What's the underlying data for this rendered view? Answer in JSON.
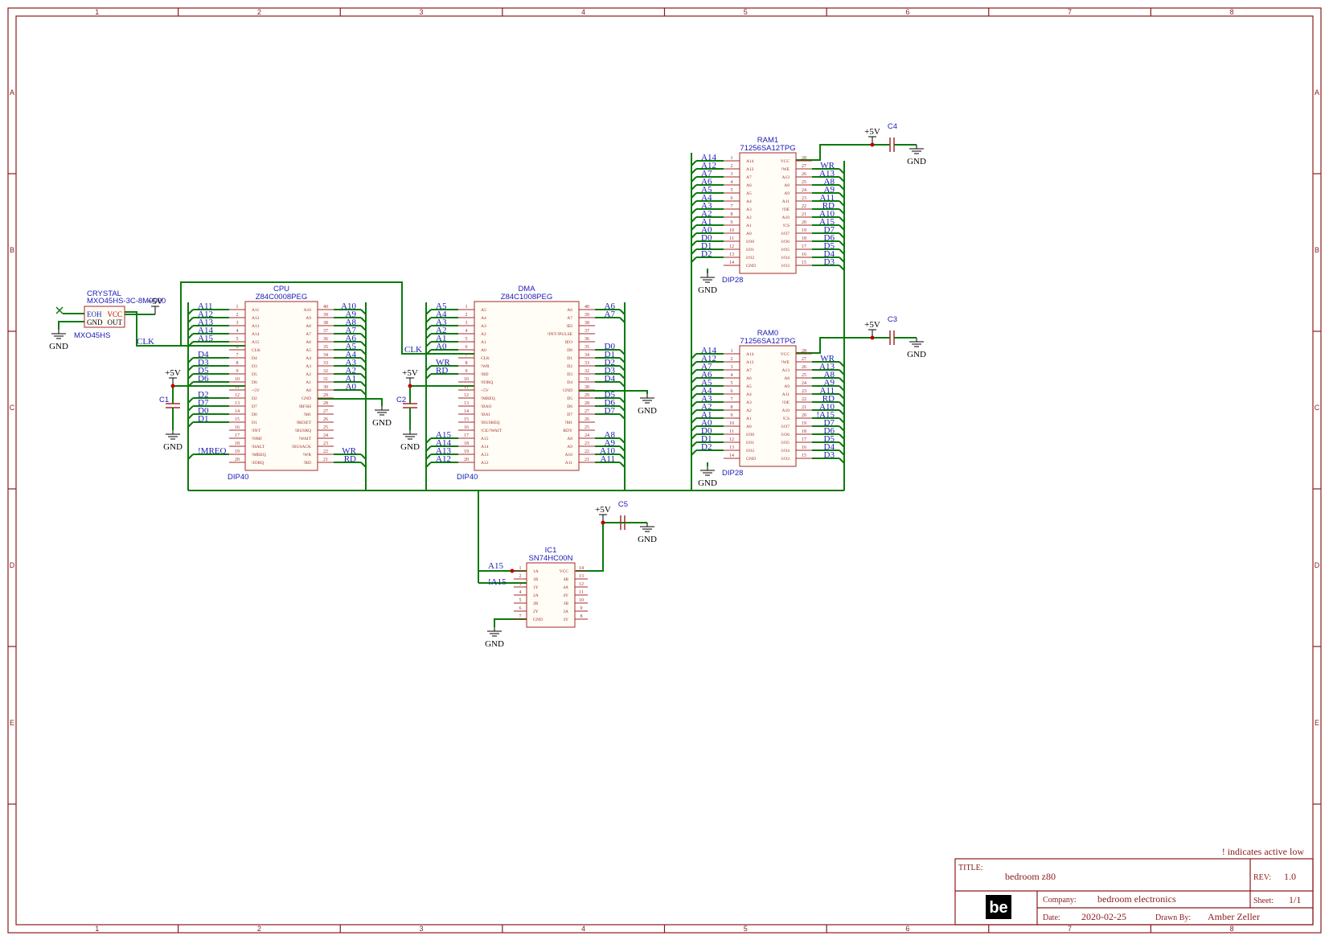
{
  "sheet": {
    "columns": [
      "1",
      "2",
      "3",
      "4",
      "5",
      "6",
      "7",
      "8"
    ],
    "rows": [
      "A",
      "B",
      "C",
      "D",
      "E"
    ]
  },
  "labels": {
    "power_5v": "+5V",
    "ground": "GND",
    "clock_net": "CLK"
  },
  "note": "! indicates active low",
  "title_block": {
    "title_label": "TITLE:",
    "title": "bedroom z80",
    "rev_label": "REV:",
    "rev": "1.0",
    "company_label": "Company:",
    "company": "bedroom electronics",
    "sheet_label": "Sheet:",
    "sheet": "1/1",
    "date_label": "Date:",
    "date": "2020-02-25",
    "drawn_label": "Drawn By:",
    "drawn_by": "Amber Zeller",
    "logo_text": "be"
  },
  "components": {
    "crystal": {
      "ref": "CRYSTAL",
      "value": "MXO45HS-3C-8M0000",
      "package": "MXO45HS",
      "pin_names": [
        "EOH",
        "VCC",
        "GND",
        "OUT"
      ]
    },
    "cpu": {
      "ref": "CPU",
      "value": "Z84C0008PEG",
      "package": "DIP40",
      "left_pins": [
        "A11",
        "A12",
        "A13",
        "A14",
        "A15",
        "CLK",
        "D4",
        "D3",
        "D5",
        "D6",
        "+5V",
        "D2",
        "D7",
        "D0",
        "D1",
        "!INT",
        "!NMI",
        "!HALT",
        "!MREQ",
        "!IORQ"
      ],
      "right_pins": [
        "A10",
        "A9",
        "A8",
        "A7",
        "A6",
        "A5",
        "A4",
        "A3",
        "A2",
        "A1",
        "A0",
        "GND",
        "!RFSH",
        "!M1",
        "!RESET",
        "!BUSRQ",
        "!WAIT",
        "!BUSACK",
        "!WR",
        "!RD"
      ],
      "left_nets": [
        "A11",
        "A12",
        "A13",
        "A14",
        "A15",
        "",
        "D4",
        "D3",
        "D5",
        "D6",
        "",
        "D2",
        "D7",
        "D0",
        "D1",
        "",
        "",
        "",
        "!MREQ",
        ""
      ],
      "right_nets": [
        "A10",
        "A9",
        "A8",
        "A7",
        "A6",
        "A5",
        "A4",
        "A3",
        "A2",
        "A1",
        "A0",
        "",
        "",
        "",
        "",
        "",
        "",
        "",
        "WR",
        "RD"
      ]
    },
    "dma": {
      "ref": "DMA",
      "value": "Z84C1008PEG",
      "package": "DIP40",
      "left_pins": [
        "A5",
        "A4",
        "A3",
        "A2",
        "A1",
        "A0",
        "CLK",
        "!WR",
        "!RD",
        "!IORQ",
        "+5V",
        "!MREQ",
        "!BAO",
        "!BAI",
        "!BUSREQ",
        "!CE/!WAIT",
        "A15",
        "A14",
        "A13",
        "A12"
      ],
      "right_pins": [
        "A6",
        "A7",
        "IEI",
        "!INT/!PULSE",
        "IEO",
        "D0",
        "D1",
        "D2",
        "D3",
        "D4",
        "GND",
        "D5",
        "D6",
        "D7",
        "!M1",
        "RDY",
        "A8",
        "A9",
        "A10",
        "A11"
      ],
      "left_nets": [
        "A5",
        "A4",
        "A3",
        "A2",
        "A1",
        "A0",
        "",
        "WR",
        "RD",
        "",
        "",
        "",
        "",
        "",
        "",
        "",
        "A15",
        "A14",
        "A13",
        "A12"
      ],
      "right_nets": [
        "A6",
        "A7",
        "",
        "",
        "",
        "D0",
        "D1",
        "D2",
        "D3",
        "D4",
        "",
        "D5",
        "D6",
        "D7",
        "",
        "",
        "A8",
        "A9",
        "A10",
        "A11"
      ]
    },
    "ram1": {
      "ref": "RAM1",
      "value": "71256SA12TPG",
      "package": "DIP28",
      "left_pins": [
        "A14",
        "A12",
        "A7",
        "A6",
        "A5",
        "A4",
        "A3",
        "A2",
        "A1",
        "A0",
        "I/O0",
        "I/O1",
        "I/O2",
        "GND"
      ],
      "right_pins": [
        "VCC",
        "!WE",
        "A13",
        "A8",
        "A9",
        "A11",
        "!OE",
        "A10",
        "!CS",
        "I/O7",
        "I/O6",
        "I/O5",
        "I/O4",
        "I/O3"
      ],
      "left_nets": [
        "A14",
        "A12",
        "A7",
        "A6",
        "A5",
        "A4",
        "A3",
        "A2",
        "A1",
        "A0",
        "D0",
        "D1",
        "D2",
        ""
      ],
      "right_nets": [
        "",
        "WR",
        "A13",
        "A8",
        "A9",
        "A11",
        "RD",
        "A10",
        "A15",
        "D7",
        "D6",
        "D5",
        "D4",
        "D3"
      ]
    },
    "ram0": {
      "ref": "RAM0",
      "value": "71256SA12TPG",
      "package": "DIP28",
      "left_pins": [
        "A14",
        "A12",
        "A7",
        "A6",
        "A5",
        "A4",
        "A3",
        "A2",
        "A1",
        "A0",
        "I/O0",
        "I/O1",
        "I/O2",
        "GND"
      ],
      "right_pins": [
        "VCC",
        "!WE",
        "A13",
        "A8",
        "A9",
        "A11",
        "!OE",
        "A10",
        "!CS",
        "I/O7",
        "I/O6",
        "I/O5",
        "I/O4",
        "I/O3"
      ],
      "left_nets": [
        "A14",
        "A12",
        "A7",
        "A6",
        "A5",
        "A4",
        "A3",
        "A2",
        "A1",
        "A0",
        "D0",
        "D1",
        "D2",
        ""
      ],
      "right_nets": [
        "",
        "WR",
        "A13",
        "A8",
        "A9",
        "A11",
        "RD",
        "A10",
        "!A15",
        "D7",
        "D6",
        "D5",
        "D4",
        "D3"
      ]
    },
    "ic1": {
      "ref": "IC1",
      "value": "SN74HC00N",
      "left_pins": [
        "1A",
        "1B",
        "1Y",
        "2A",
        "2B",
        "2Y",
        "GND"
      ],
      "right_pins": [
        "VCC",
        "4B",
        "4A",
        "4Y",
        "3B",
        "3A",
        "3Y"
      ],
      "nets": [
        "A15",
        "!A15"
      ]
    },
    "capacitors": [
      "C1",
      "C2",
      "C3",
      "C4",
      "C5"
    ]
  }
}
